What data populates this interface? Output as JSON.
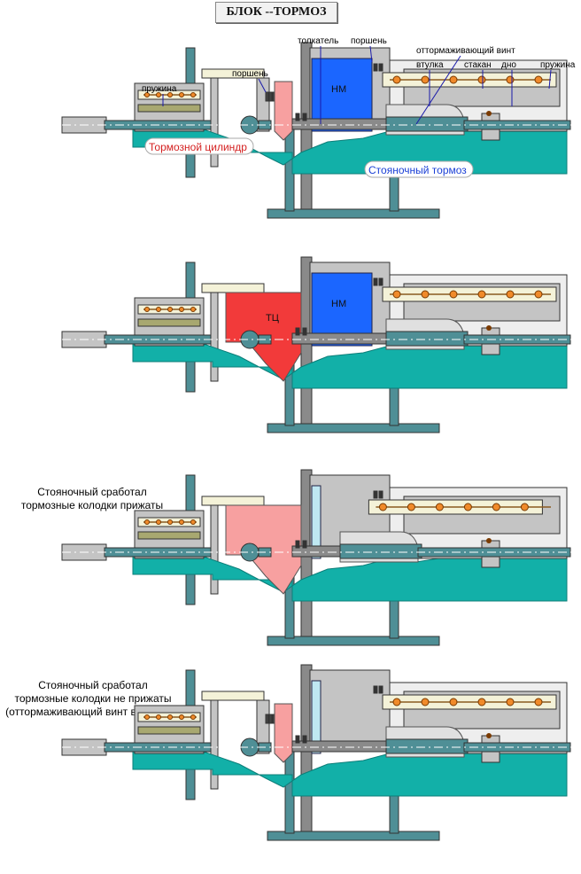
{
  "title": "БЛОК --ТОРМОЗ",
  "colors": {
    "teal": "#12b0a8",
    "steel": "#4f8f96",
    "grey": "#c4c4c4",
    "darkgrey": "#8a8a8a",
    "olive": "#a8a870",
    "cream": "#f4f2d8",
    "spring_ball": "#f08a2a",
    "blue": "#1b66ff",
    "red": "#f23a3a",
    "pink": "#f7a0a0",
    "lightblue": "#bfe8f2"
  },
  "labels": {
    "spring": "пружина",
    "piston": "поршень",
    "pusher": "толкатель",
    "piston2": "поршень",
    "release_screw": "оттормаживающий винт",
    "sleeve": "втулка",
    "cup": "стакан",
    "bottom": "дно",
    "spring2": "пружина",
    "hm": "НМ",
    "tc": "ТЦ",
    "brake_cylinder": "Тормозной цилиндр",
    "parking_brake": "Стояночный тормоз"
  },
  "captions": {
    "panel3": [
      "Стояночный сработал",
      "тормозные колодки прижаты"
    ],
    "panel4": [
      "Стояночный сработал",
      "тормозные колодки не прижаты",
      "(оттормаживающий винт выкручен)"
    ]
  }
}
